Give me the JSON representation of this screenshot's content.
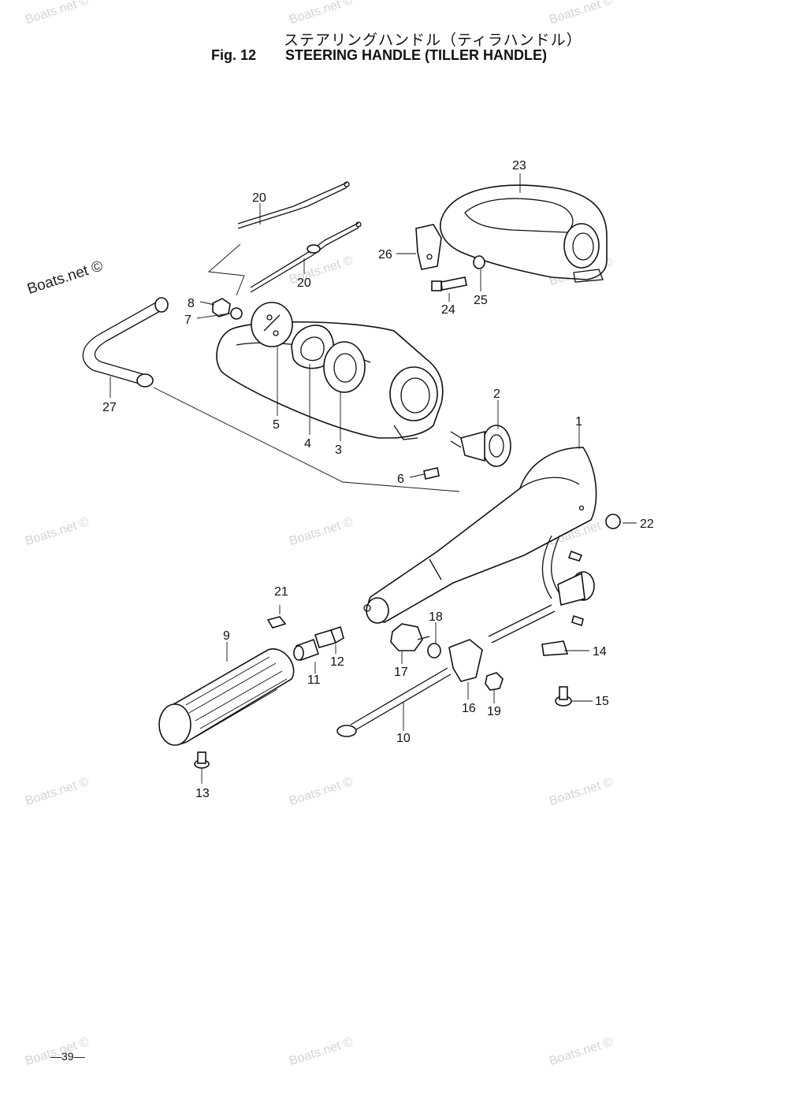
{
  "header": {
    "title_jp": "ステアリングハンドル（ティラハンドル）",
    "fig_label": "Fig. 12",
    "title_en": "STEERING HANDLE (TILLER HANDLE)"
  },
  "footer": {
    "page_number": "—39—"
  },
  "watermark": {
    "text": "Boats.net ©"
  },
  "callouts": [
    "1",
    "2",
    "3",
    "4",
    "5",
    "6",
    "7",
    "8",
    "9",
    "10",
    "11",
    "12",
    "13",
    "14",
    "15",
    "16",
    "17",
    "18",
    "19",
    "20",
    "20",
    "21",
    "22",
    "23",
    "24",
    "25",
    "26",
    "27"
  ]
}
